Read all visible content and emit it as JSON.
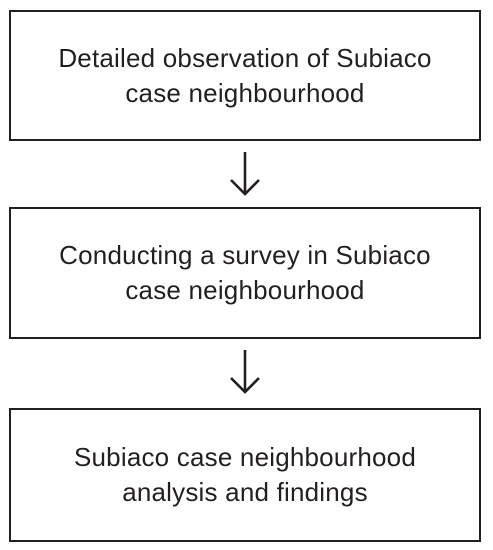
{
  "flowchart": {
    "steps": [
      {
        "text": "Detailed observation of Subiaco\ncase neighbourhood"
      },
      {
        "text": "Conducting a survey in Subiaco\ncase neighbourhood"
      },
      {
        "text": "Subiaco case neighbourhood\nanalysis and findings"
      }
    ],
    "connector_icon": "arrow-down-icon",
    "line_color": "#231f20",
    "background_color": "#ffffff"
  }
}
